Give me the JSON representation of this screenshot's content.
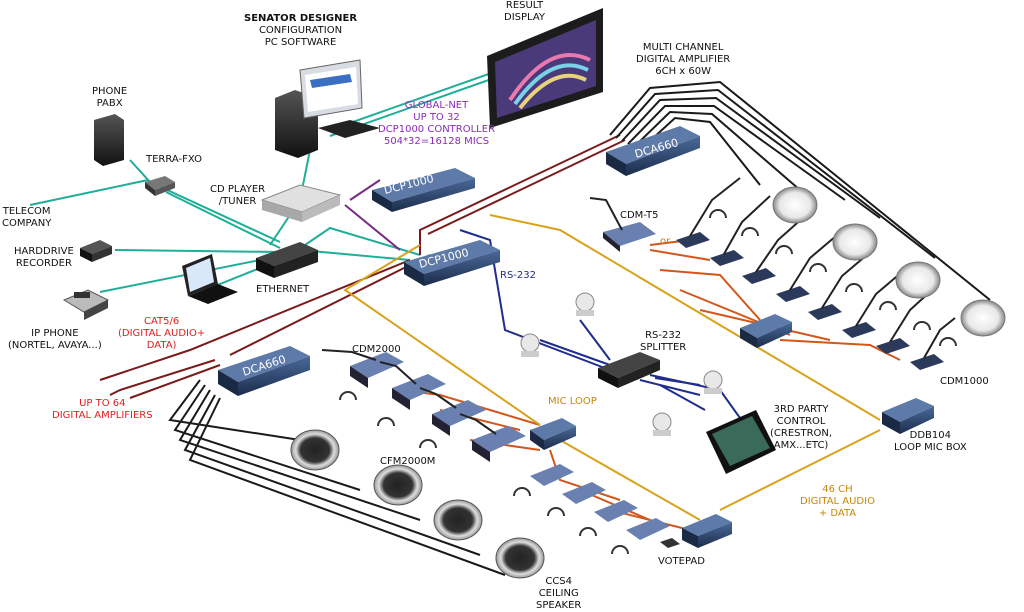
{
  "colors": {
    "teal": "#1fae98",
    "darkred": "#7a1a1a",
    "orange": "#d2571c",
    "gold": "#d8a21a",
    "purple": "#7a2a86",
    "navy": "#1f2e8c",
    "black": "#1a1a1a"
  },
  "labels": {
    "senator_title": "SENATOR DESIGNER",
    "senator_l2": "CONFIGURATION",
    "senator_l3": "PC  SOFTWARE",
    "result_l1": "RESULT",
    "result_l2": "DISPLAY",
    "amp_l1": "MULTI CHANNEL",
    "amp_l2": "DIGITAL AMPLIFIER",
    "amp_l3": "6CH x 60W",
    "phone_l1": "PHONE",
    "phone_l2": "PABX",
    "terra": "TERRA-FXO",
    "global_l1": "GLOBAL-NET",
    "global_l2": "UP TO 32",
    "global_l3": "DCP1000 CONTROLLER",
    "global_l4": "504*32=16128 MICS",
    "telecom_l1": "TELECOM",
    "telecom_l2": "COMPANY",
    "cd_l1": "CD PLAYER",
    "cd_l2": "/TUNER",
    "hdd_l1": "HARDDRIVE",
    "hdd_l2": "RECORDER",
    "ethernet": "ETHERNET",
    "ipphone_l1": "IP PHONE",
    "ipphone_l2": "(NORTEL, AVAYA...)",
    "cat_l1": "CAT5/6",
    "cat_l2": "(DIGITAL AUDIO+",
    "cat_l3": "DATA)",
    "upto_l1": "UP  TO  64",
    "upto_l2": "DIGITAL AMPLIFIERS",
    "cdm2000": "CDM2000",
    "cdmt5": "CDM-T5",
    "or": "or",
    "rs232": "RS-232",
    "splitter_l1": "RS-232",
    "splitter_l2": "SPLITTER",
    "micloop": "MIC LOOP",
    "cfm": "CFM2000M",
    "party_l1": "3RD PARTY",
    "party_l2": "CONTROL",
    "party_l3": "(CRESTRON,",
    "party_l4": "AMX...ETC)",
    "cdm1000": "CDM1000",
    "ddb_l1": "DDB104",
    "ddb_l2": "LOOP MIC BOX",
    "ch46_l1": "46 CH",
    "ch46_l2": "DIGITAL AUDIO",
    "ch46_l3": "+ DATA",
    "votepad": "VOTEPAD",
    "ccs_l1": "CCS4",
    "ccs_l2": "CEILING",
    "ccs_l3": "SPEAKER"
  },
  "devices": {
    "dca_top": "DCA660",
    "dcp_top": "DCP1000",
    "dcp_mid": "DCP1000",
    "dca_left": "DCA660"
  }
}
